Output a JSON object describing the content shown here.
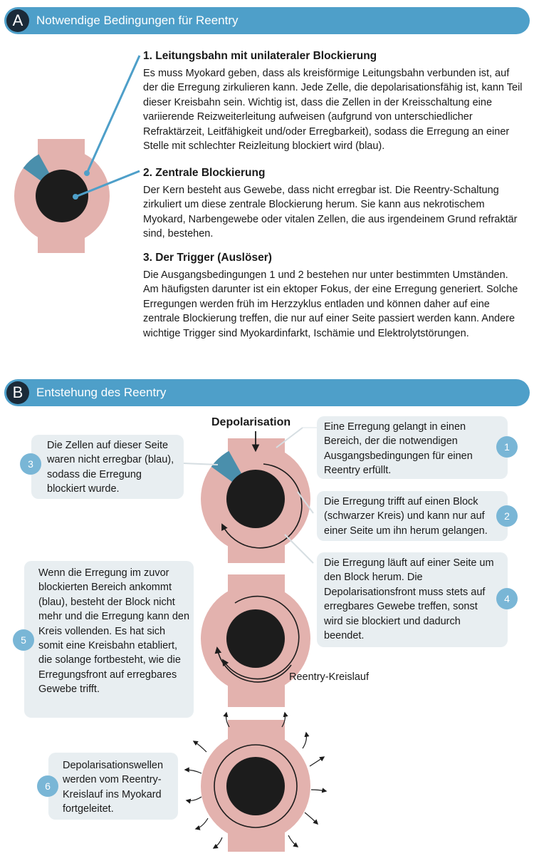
{
  "section_a": {
    "badge": "A",
    "title": "Notwendige Bedingungen für Reentry",
    "items": [
      {
        "heading": "1. Leitungsbahn mit unilateraler Blockierung",
        "body": "Es muss Myokard geben, dass als kreisförmige Leitungsbahn verbunden ist, auf der die Erregung zirkulieren kann. Jede Zelle, die depolarisationsfähig ist, kann Teil dieser Kreisbahn sein. Wichtig ist, dass die Zellen in der Kreisschaltung eine variierende Reizweiterleitung aufweisen (aufgrund von unterschiedlicher Refraktärzeit, Leitfähigkeit und/oder Erregbarkeit), sodass die Erregung an einer Stelle mit schlechter Reizleitung blockiert wird (blau)."
      },
      {
        "heading": "2. Zentrale Blockierung",
        "body": "Der Kern besteht aus Gewebe, dass nicht erregbar ist. Die Reentry-Schaltung zirkuliert um diese zentrale Blockierung herum. Sie kann aus nekrotischem Myokard, Narbengewebe oder vitalen Zellen, die aus irgendeinem Grund refraktär sind, bestehen."
      },
      {
        "heading": "3. Der Trigger (Auslöser)",
        "body": "Die Ausgangsbedingungen 1 und 2 bestehen nur unter bestimmten Umständen. Am häufigsten darunter ist ein ektoper Fokus, der eine Erregung generiert. Solche Erregungen werden früh im Herzzyklus entladen und können daher auf eine zentrale Blockierung treffen, die nur auf einer Seite passiert werden kann. Andere wichtige Trigger sind Myokardinfarkt, Ischämie und Elektrolytstörungen."
      }
    ]
  },
  "section_b": {
    "badge": "B",
    "title": "Entstehung des Reentry",
    "label_depolarisation": "Depolarisation",
    "label_reentry": "Reentry-Kreislauf",
    "steps": [
      {
        "number": "1",
        "text": "Eine Erregung gelangt in einen Bereich, der die notwendigen Ausgangsbedingungen für einen Reentry erfüllt."
      },
      {
        "number": "2",
        "text": "Die Erregung trifft auf einen Block (schwarzer Kreis) und kann nur auf einer Seite um ihn herum gelangen."
      },
      {
        "number": "3",
        "text": "Die Zellen auf dieser Seite waren nicht erregbar (blau), sodass die Erregung blockiert wurde."
      },
      {
        "number": "4",
        "text": "Die Erregung läuft auf einer Seite um den Block herum. Die Depolarisationsfront muss stets auf erregbares Gewebe treffen, sonst wird sie blockiert und dadurch beendet."
      },
      {
        "number": "5",
        "text": "Wenn die Erregung im zuvor blockierten Bereich ankommt (blau), besteht der Block nicht mehr und die Erregung kann den Kreis vollenden. Es hat sich somit eine Kreisbahn etabliert, die solange fortbesteht, wie die Erregungsfront auf erregbares Gewebe trifft."
      },
      {
        "number": "6",
        "text": "Depolarisationswellen werden vom Reentry-Kreislauf ins Myokard fortgeleitet."
      }
    ]
  },
  "colors": {
    "header_bar": "#4e9fc9",
    "badge_dark": "#1b2a38",
    "tissue_pink": "#e3b2ae",
    "block_blue": "#4a8fac",
    "core_black": "#1c1c1c",
    "step_number": "#79b6d6",
    "box_bg": "#e8eef1"
  }
}
